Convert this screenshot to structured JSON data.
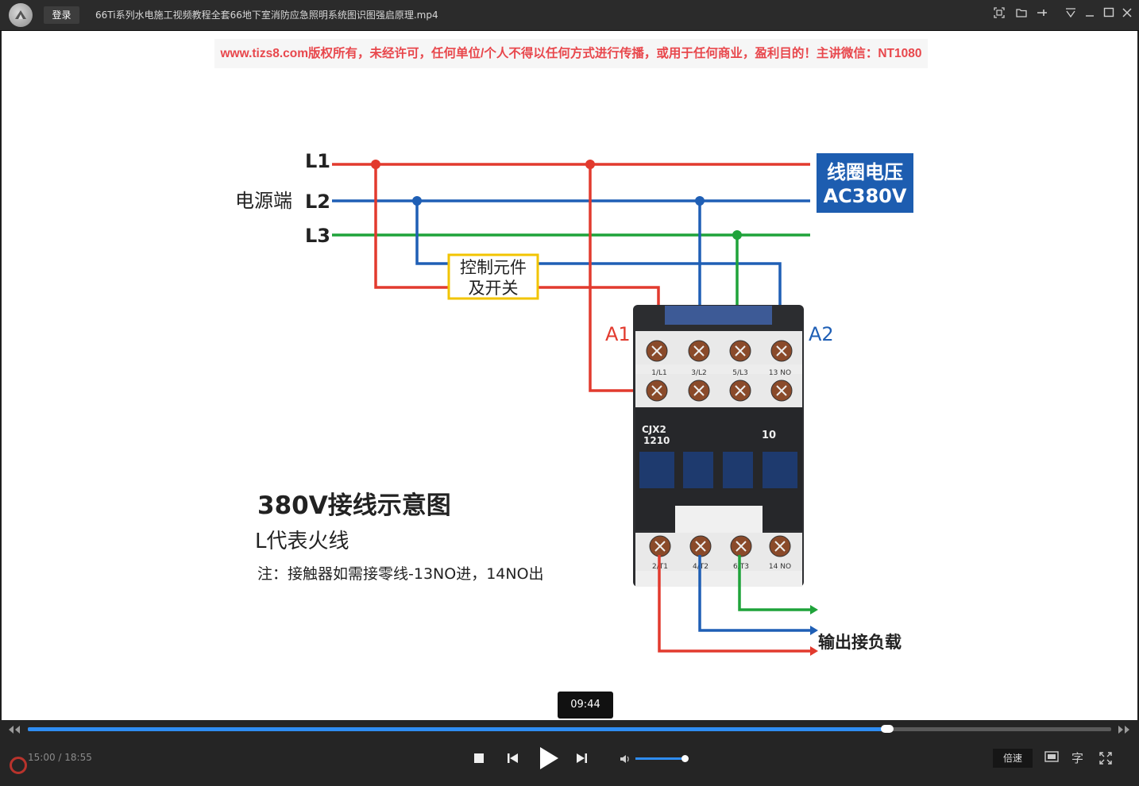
{
  "titlebar": {
    "login_label": "登录",
    "file_title": "66Ti系列水电施工视频教程全套66地下室消防应急照明系统图识图强启原理.mp4",
    "icons": [
      "screenshot-icon",
      "folder-icon",
      "pin-icon",
      "menu-icon",
      "minimize-icon",
      "maximize-icon",
      "close-icon"
    ]
  },
  "video": {
    "watermark": "www.tizs8.com版权所有，未经许可，任何单位/个人不得以任何方式进行传播，或用于任何商业，盈利目的！主讲微信：NT1080",
    "diagram": {
      "label_L1": "L1",
      "label_L2": "L2",
      "label_L3": "L3",
      "label_power": "电源端",
      "coil_line1": "线圈电压",
      "coil_line2": "AC380V",
      "control_line1": "控制元件",
      "control_line2": "及开关",
      "label_A1": "A1",
      "label_A2": "A2",
      "terminal_top": [
        "1/L1",
        "3/L2",
        "5/L3",
        "13 NO"
      ],
      "terminal_bottom": [
        "2/T1",
        "4/T2",
        "6/T3",
        "14 NO"
      ],
      "model": "CJX2\n1210",
      "model_line1": "CJX2",
      "model_line2": "1210",
      "model_side": "10",
      "output_label": "输出接负载",
      "heading": "380V接线示意图",
      "subheading": "L代表火线",
      "note": "注：接触器如需接零线-13NO进，14NO出",
      "colors": {
        "L1": "#e23a2e",
        "L2": "#1f5fb5",
        "L3": "#1fa33a",
        "coil_box": "#1d5db0",
        "control_box": "#f2c400"
      }
    },
    "tooltip": "09:44"
  },
  "controls": {
    "progress": 0.793,
    "time": "15:00 / 18:55",
    "speed_label": "倍速",
    "subtitle_label": "字",
    "volume": 1.0,
    "icons": [
      "rewind-icon",
      "stop-icon",
      "previous-icon",
      "play-icon",
      "next-icon",
      "volume-icon",
      "fast-forward-icon",
      "pip-icon",
      "fullscreen-icon"
    ]
  }
}
